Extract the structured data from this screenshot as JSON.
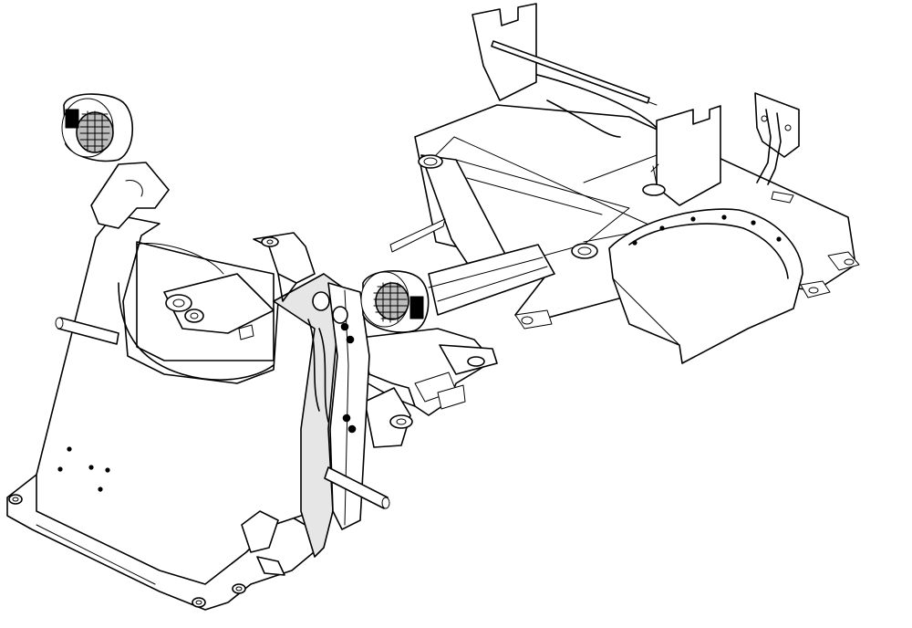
{
  "drawing": {
    "background": "#ffffff",
    "line_color": "#000000",
    "components": [
      "left-loader-tower",
      "rear-work-lamp",
      "front-work-lamp",
      "axle-tube",
      "rear-chassis-frame",
      "rear-fender",
      "hitch-bracket",
      "mounting-plate-top",
      "pivot-pin"
    ]
  }
}
